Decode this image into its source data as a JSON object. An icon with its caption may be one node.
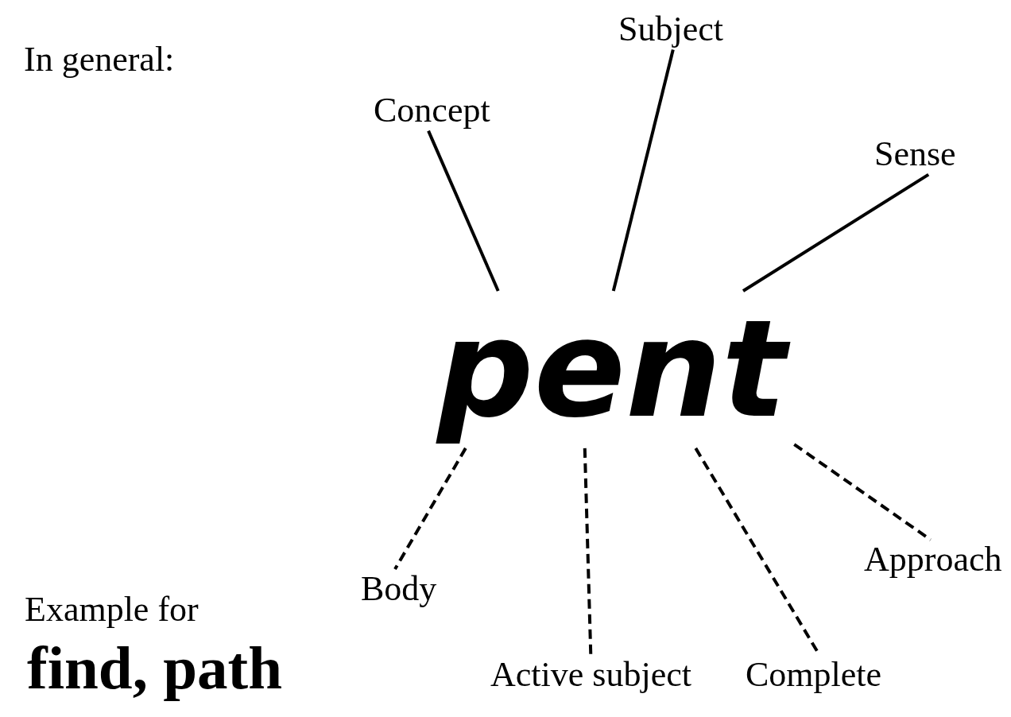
{
  "diagram": {
    "nodes": [
      {
        "text": [
          "Subject"
        ]
      },
      {
        "text": [
          "Concept"
        ]
      },
      {
        "text": [
          "Sense"
        ]
      },
      {
        "text": [
          "pent"
        ]
      },
      {
        "text": [
          "Approach"
        ]
      },
      {
        "text": [
          "Body"
        ]
      },
      {
        "text": [
          "Active subject"
        ]
      },
      {
        "text": [
          "Complete"
        ]
      }
    ],
    "edges": [
      {
        "from": 3,
        "to": 1,
        "arrow": "none"
      },
      {
        "from": 3,
        "to": 0,
        "arrow": "none"
      },
      {
        "from": 3,
        "to": 2,
        "arrow": "none"
      },
      {
        "from": 3,
        "to": 5,
        "arrow": "none",
        "style": "dashed"
      },
      {
        "from": 3,
        "to": 6,
        "arrow": "none",
        "style": "dashed"
      },
      {
        "from": 3,
        "to": 7,
        "arrow": "none",
        "style": "dashed"
      },
      {
        "from": 3,
        "to": 4,
        "arrow": "none",
        "style": "dashed"
      }
    ],
    "labels": [
      "In general:",
      "Example for",
      "find, path"
    ]
  }
}
